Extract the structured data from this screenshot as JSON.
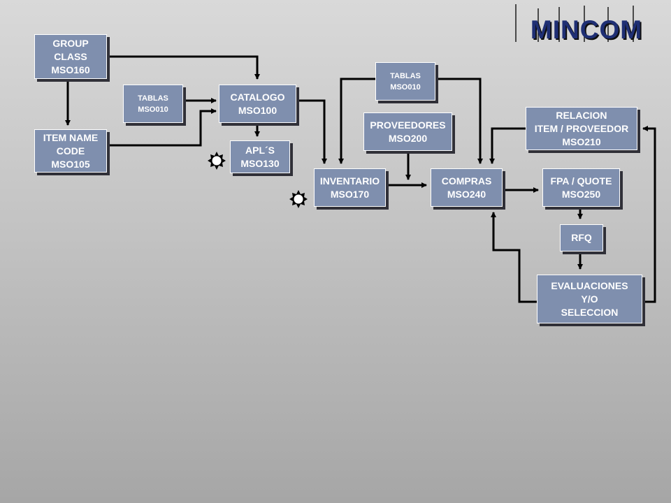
{
  "logo": {
    "text": "MINCOM",
    "color": "#1f2f74"
  },
  "colors": {
    "box_fill": "#7f8fae",
    "box_border": "#ffffff",
    "box_shadow": "#303038",
    "line": "#000000"
  },
  "boxes": {
    "group_class": [
      "GROUP",
      "CLASS",
      "MSO160"
    ],
    "item_name_code": [
      "ITEM NAME",
      "CODE",
      "MSO105"
    ],
    "tablas_left": [
      "TABLAS",
      "MSO010"
    ],
    "catalogo": [
      "CATALOGO",
      "MSO100"
    ],
    "apls": [
      "APL´S",
      "MSO130"
    ],
    "tablas_top": [
      "TABLAS",
      "MSO010"
    ],
    "proveedores": [
      "PROVEEDORES",
      "MSO200"
    ],
    "inventario": [
      "INVENTARIO",
      "MSO170"
    ],
    "compras": [
      "COMPRAS",
      "MSO240"
    ],
    "relacion": [
      "RELACION",
      "ITEM / PROVEEDOR",
      "MSO210"
    ],
    "fpa_quote": [
      "FPA / QUOTE",
      "MSO250"
    ],
    "rfq": [
      "RFQ"
    ],
    "evaluaciones": [
      "EVALUACIONES",
      "Y/O",
      "SELECCION"
    ]
  },
  "icons": [
    "sun-burst-icon",
    "sun-burst-icon"
  ]
}
